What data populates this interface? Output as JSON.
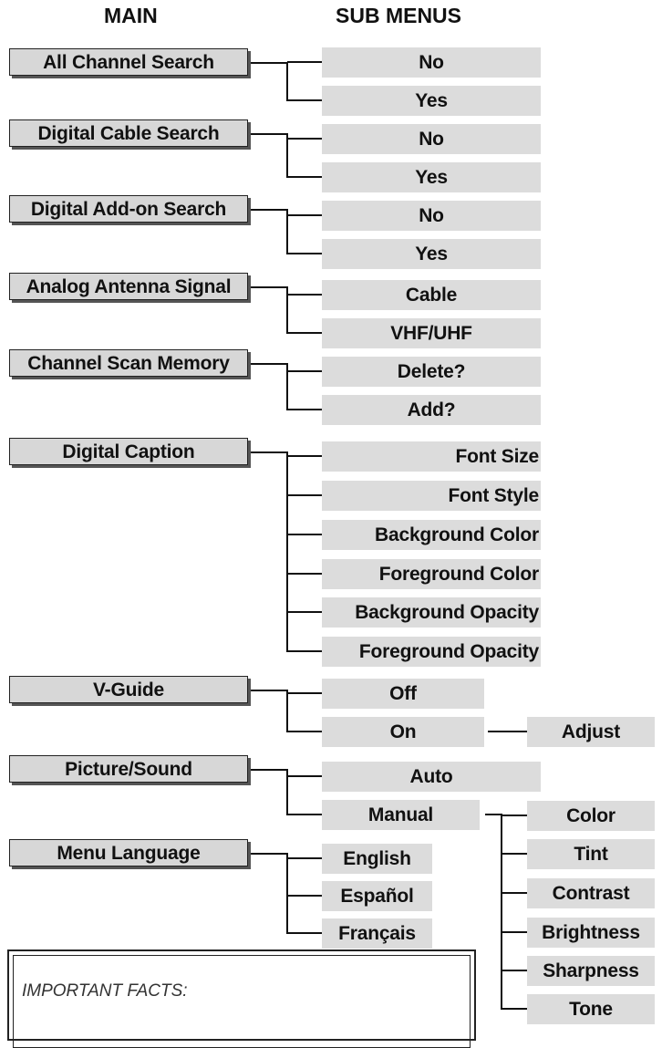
{
  "headers": {
    "main": "MAIN",
    "sub": "SUB MENUS"
  },
  "menus": [
    {
      "label": "All Channel Search",
      "subs": [
        "No",
        "Yes"
      ]
    },
    {
      "label": "Digital Cable Search",
      "subs": [
        "No",
        "Yes"
      ]
    },
    {
      "label": "Digital Add-on Search",
      "subs": [
        "No",
        "Yes"
      ]
    },
    {
      "label": "Analog Antenna Signal",
      "subs": [
        "Cable",
        "VHF/UHF"
      ]
    },
    {
      "label": "Channel Scan Memory",
      "subs": [
        "Delete?",
        "Add?"
      ]
    },
    {
      "label": "Digital Caption",
      "subs": [
        "Font Size",
        "Font Style",
        "Background Color",
        "Foreground Color",
        "Background Opacity",
        "Foreground Opacity"
      ]
    },
    {
      "label": "V-Guide",
      "subs": [
        "Off",
        "On"
      ],
      "extra": "Adjust"
    },
    {
      "label": "Picture/Sound",
      "subs": [
        "Auto",
        "Manual"
      ],
      "manual_subs": [
        "Color",
        "Tint",
        "Contrast",
        "Brightness",
        "Sharpness",
        "Tone"
      ]
    },
    {
      "label": "Menu Language",
      "subs": [
        "English",
        "Español",
        "Français"
      ]
    }
  ],
  "facts": {
    "label": "IMPORTANT FACTS:"
  }
}
